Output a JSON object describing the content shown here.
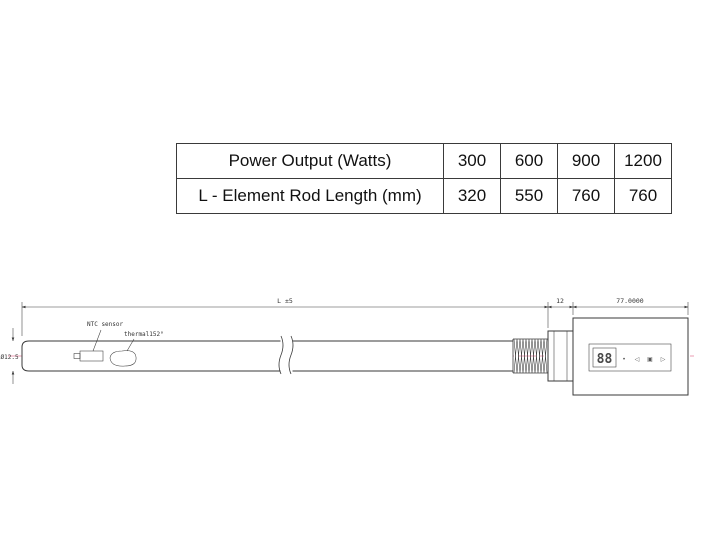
{
  "table": {
    "rows": [
      {
        "label": "Power Output (Watts)",
        "values": [
          "300",
          "600",
          "900",
          "1200"
        ]
      },
      {
        "label": "L - Element Rod Length (mm)",
        "values": [
          "320",
          "550",
          "760",
          "760"
        ]
      }
    ]
  },
  "drawing": {
    "dims": {
      "length": "L ±5",
      "nut_width": "12",
      "controller_width": "77.0000",
      "diameter": "Ø12.5"
    },
    "callouts": {
      "ntc": "NTC sensor",
      "thermal": "thermal152°"
    },
    "display": {
      "digits": "88",
      "icons": [
        "•",
        "◁",
        "▣",
        "▷"
      ]
    },
    "colors": {
      "centerline": "#e57f9b",
      "line": "#3a3a3a"
    }
  }
}
